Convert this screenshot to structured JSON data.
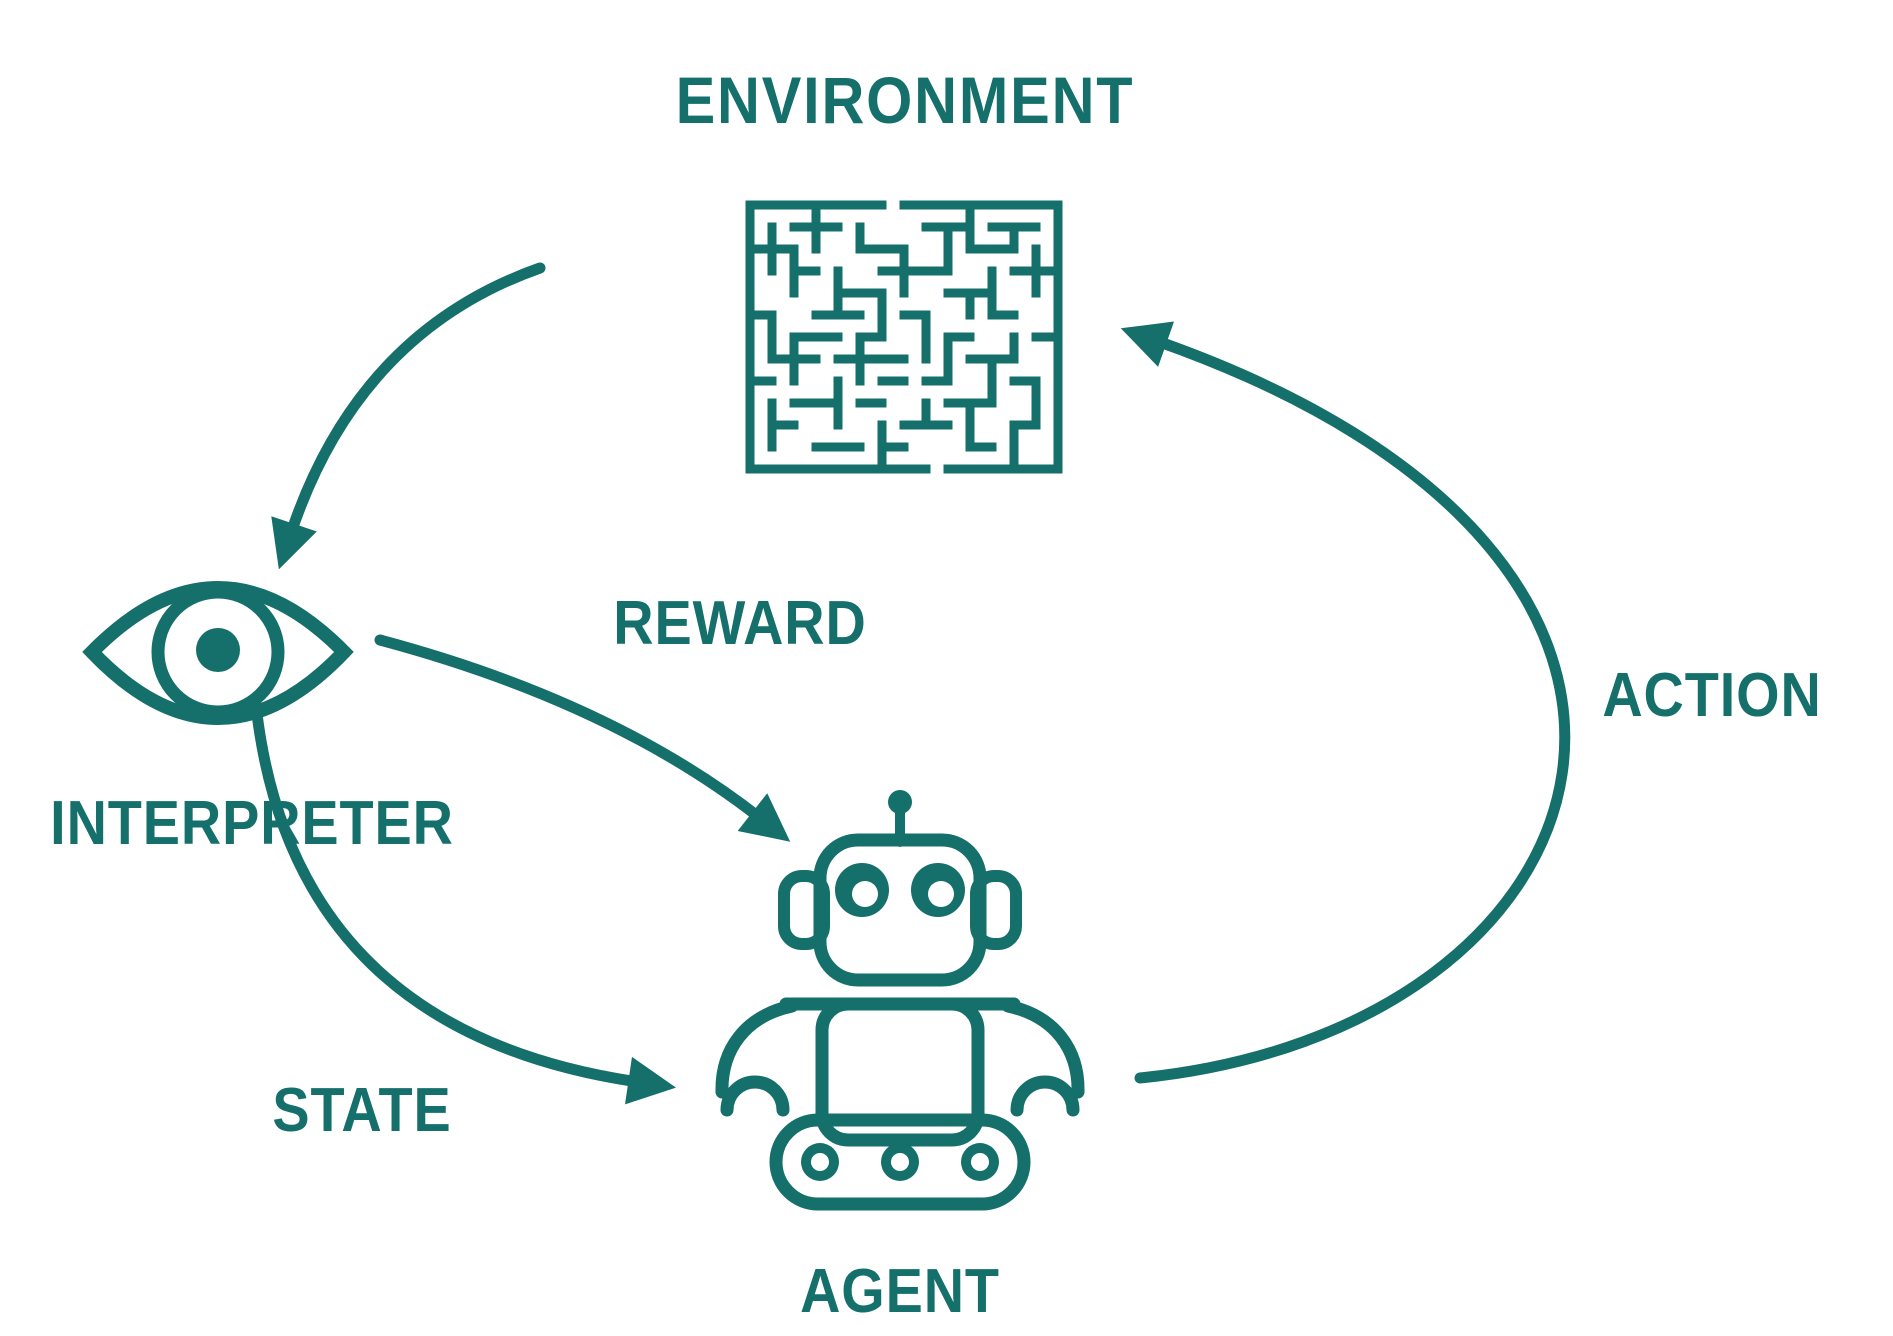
{
  "diagram": {
    "background_color": "#ffffff",
    "accent_color": "#156f6b",
    "nodes": [
      {
        "id": "environment",
        "label": "ENVIRONMENT",
        "icon": "maze-icon"
      },
      {
        "id": "interpreter",
        "label": "INTERPRETER",
        "icon": "eye-icon"
      },
      {
        "id": "agent",
        "label": "AGENT",
        "icon": "robot-icon"
      }
    ],
    "edges": [
      {
        "id": "observation",
        "from": "environment",
        "to": "interpreter",
        "label": ""
      },
      {
        "id": "reward",
        "from": "interpreter",
        "to": "agent",
        "label": "REWARD"
      },
      {
        "id": "state",
        "from": "interpreter",
        "to": "agent",
        "label": "STATE"
      },
      {
        "id": "action",
        "from": "agent",
        "to": "environment",
        "label": "ACTION"
      }
    ]
  }
}
